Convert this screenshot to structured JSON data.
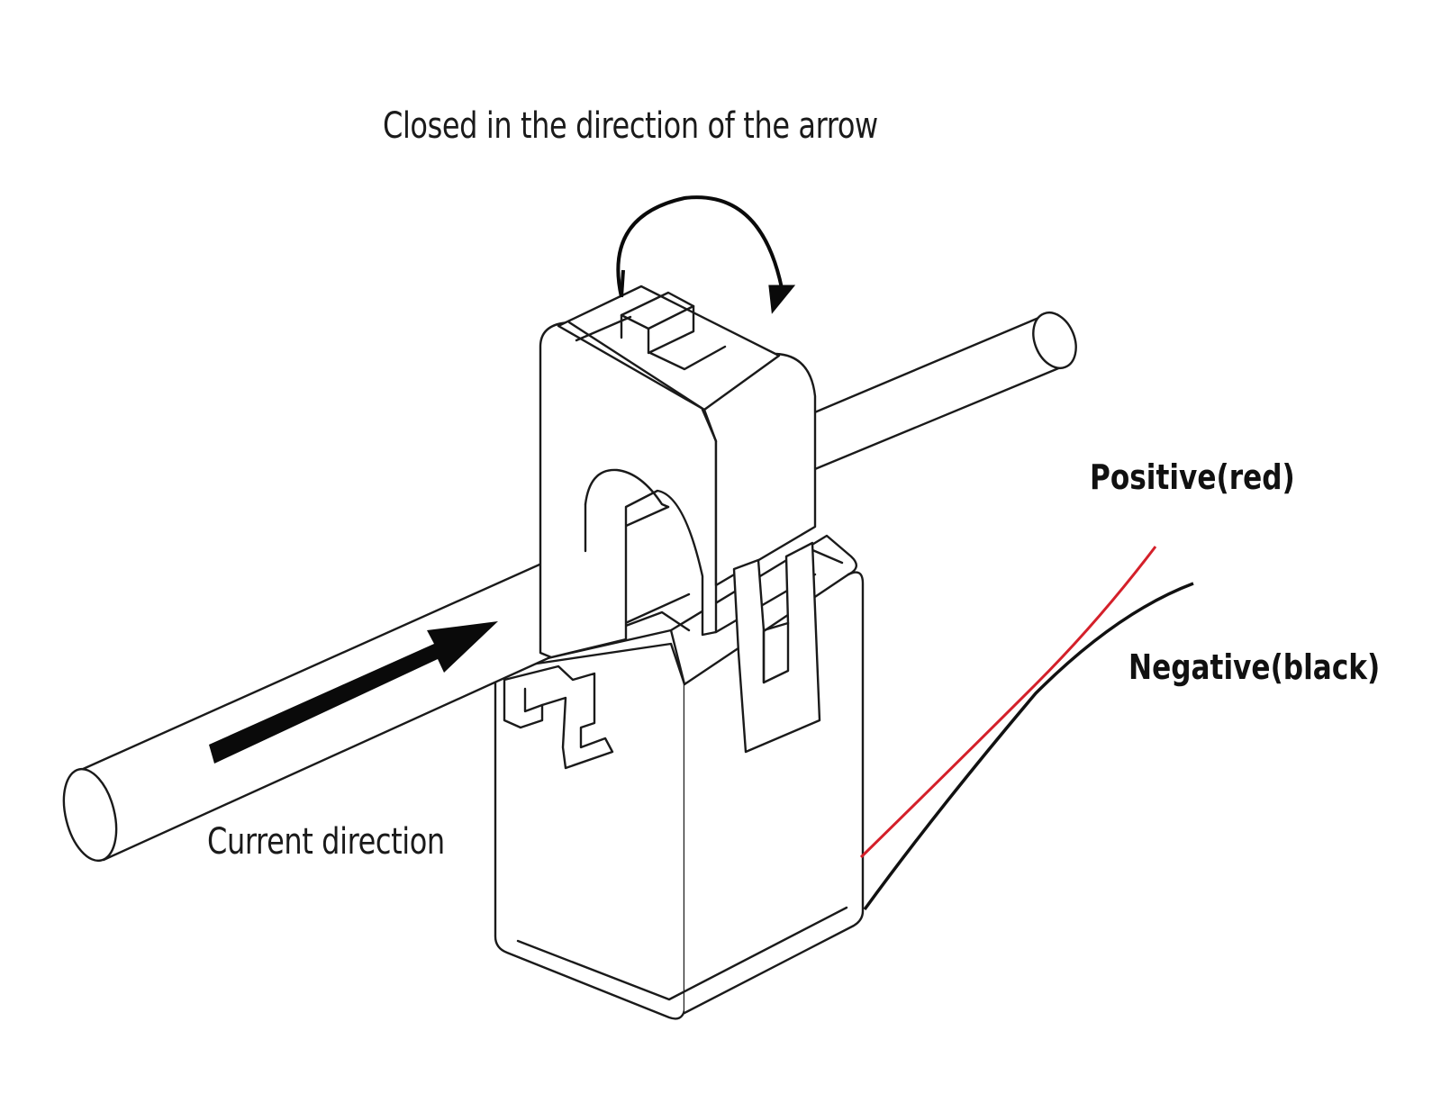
{
  "labels": {
    "closing_instruction": "Closed in the direction of the arrow",
    "current_direction": "Current direction",
    "positive_wire": "Positive(red)",
    "negative_wire": "Negative(black)"
  },
  "colors": {
    "line": "#1a1a1a",
    "positive_wire": "#d4202a",
    "negative_wire": "#111111",
    "arrow": "#0a0a0a",
    "background": "#ffffff"
  }
}
